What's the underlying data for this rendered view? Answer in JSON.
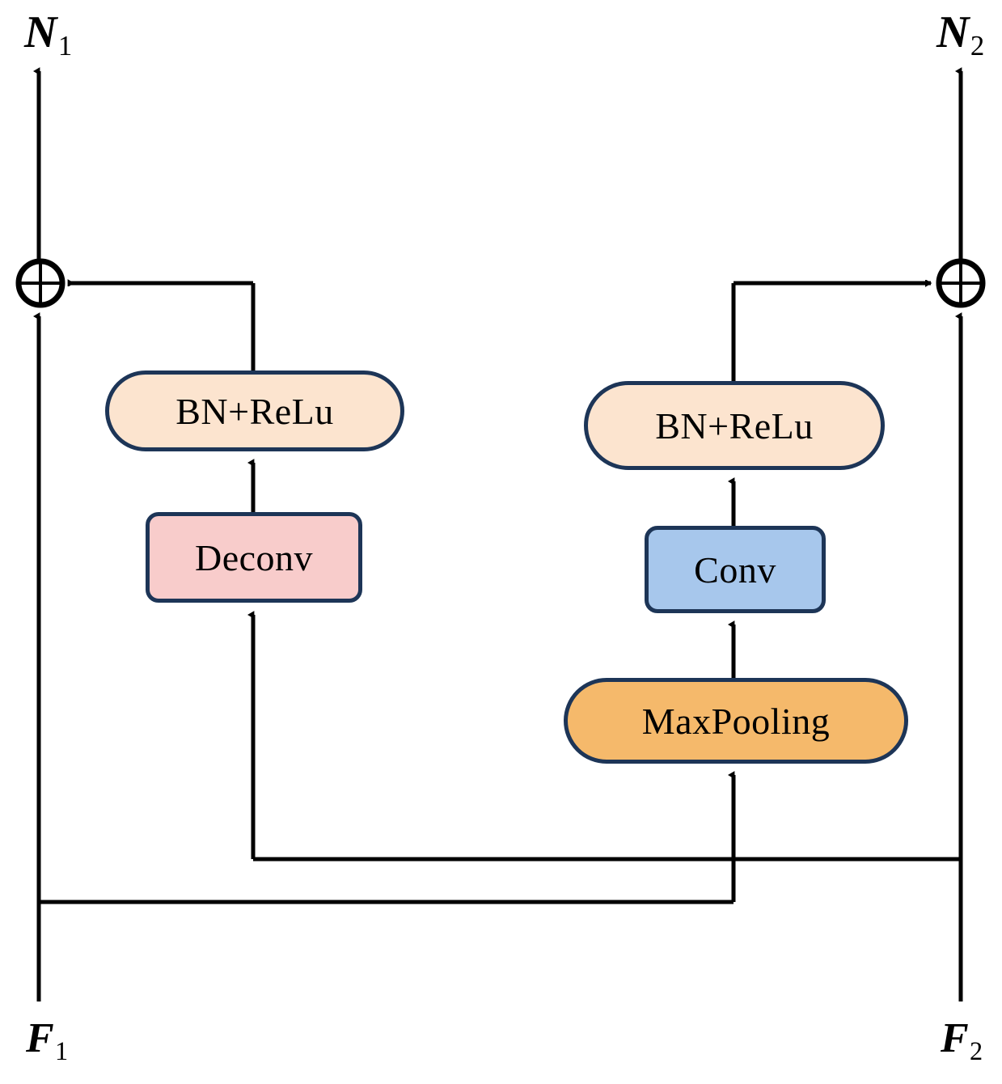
{
  "figure": {
    "type": "neural-network-block-diagram",
    "background": "#ffffff",
    "stroke_color": "#000000",
    "node_border_color": "#1d3557"
  },
  "labels": {
    "input_left": {
      "base": "F",
      "sub": "1"
    },
    "input_right": {
      "base": "F",
      "sub": "2"
    },
    "output_left": {
      "base": "N",
      "sub": "1"
    },
    "output_right": {
      "base": "N",
      "sub": "2"
    }
  },
  "operators": {
    "left_sum": {
      "glyph": "+",
      "name": "element-wise-addition"
    },
    "right_sum": {
      "glyph": "+",
      "name": "element-wise-addition"
    }
  },
  "nodes": {
    "bnrelu_left": {
      "label": "BN+ReLu",
      "fill": "#fce4cf",
      "shape": "pill",
      "font_size": 46
    },
    "deconv": {
      "label": "Deconv",
      "fill": "#f8cccb",
      "shape": "rect",
      "font_size": 46
    },
    "bnrelu_right": {
      "label": "BN+ReLu",
      "fill": "#fce4cf",
      "shape": "pill",
      "font_size": 46
    },
    "conv": {
      "label": "Conv",
      "fill": "#a7c7ec",
      "shape": "rect",
      "font_size": 46
    },
    "maxpooling": {
      "label": "MaxPooling",
      "fill": "#f5b96b",
      "shape": "pill",
      "font_size": 46
    }
  },
  "branches": {
    "left_branch": [
      "F1 trunk",
      "Deconv",
      "BN+ReLu",
      "left_sum",
      "N1"
    ],
    "right_branch": [
      "F2 trunk",
      "MaxPooling",
      "Conv",
      "BN+ReLu",
      "right_sum",
      "N2"
    ],
    "cross_links": [
      "F2 trunk -> Deconv (upsampling path into left sum)",
      "F1 trunk -> MaxPooling (downsampling path into right sum)"
    ]
  }
}
